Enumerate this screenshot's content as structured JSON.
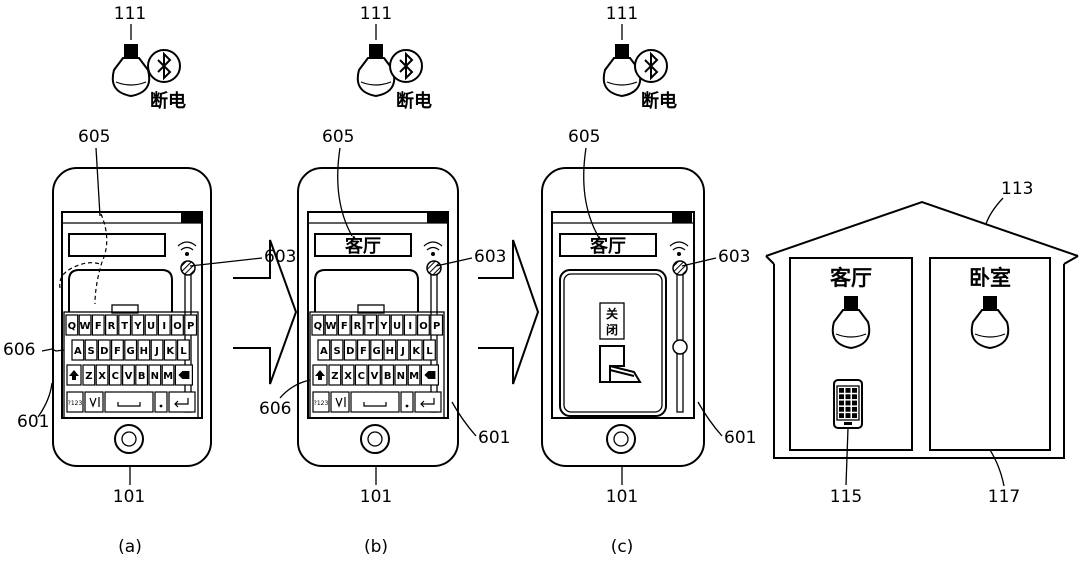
{
  "ref": {
    "bulb": "111",
    "device": "101",
    "screen_border": "601",
    "slider": "603",
    "title_field": "605",
    "keyboard": "606",
    "house": "113",
    "phone_in_room": "115",
    "bedroom": "117"
  },
  "bulb_state": "断电",
  "room_name": "客厅",
  "switch_label": "关闭",
  "rooms": {
    "living": "客厅",
    "bedroom": "卧室"
  },
  "captions": [
    "(a)",
    "(b)",
    "(c)"
  ],
  "keyboard": {
    "row1": [
      "Q",
      "W",
      "F",
      "R",
      "T",
      "Y",
      "U",
      "I",
      "O",
      "P"
    ],
    "row2": [
      "A",
      "S",
      "D",
      "F",
      "G",
      "H",
      "J",
      "K",
      "L"
    ],
    "row3": [
      "Z",
      "X",
      "C",
      "V",
      "B",
      "N",
      "M"
    ],
    "row4_left": "?123"
  }
}
